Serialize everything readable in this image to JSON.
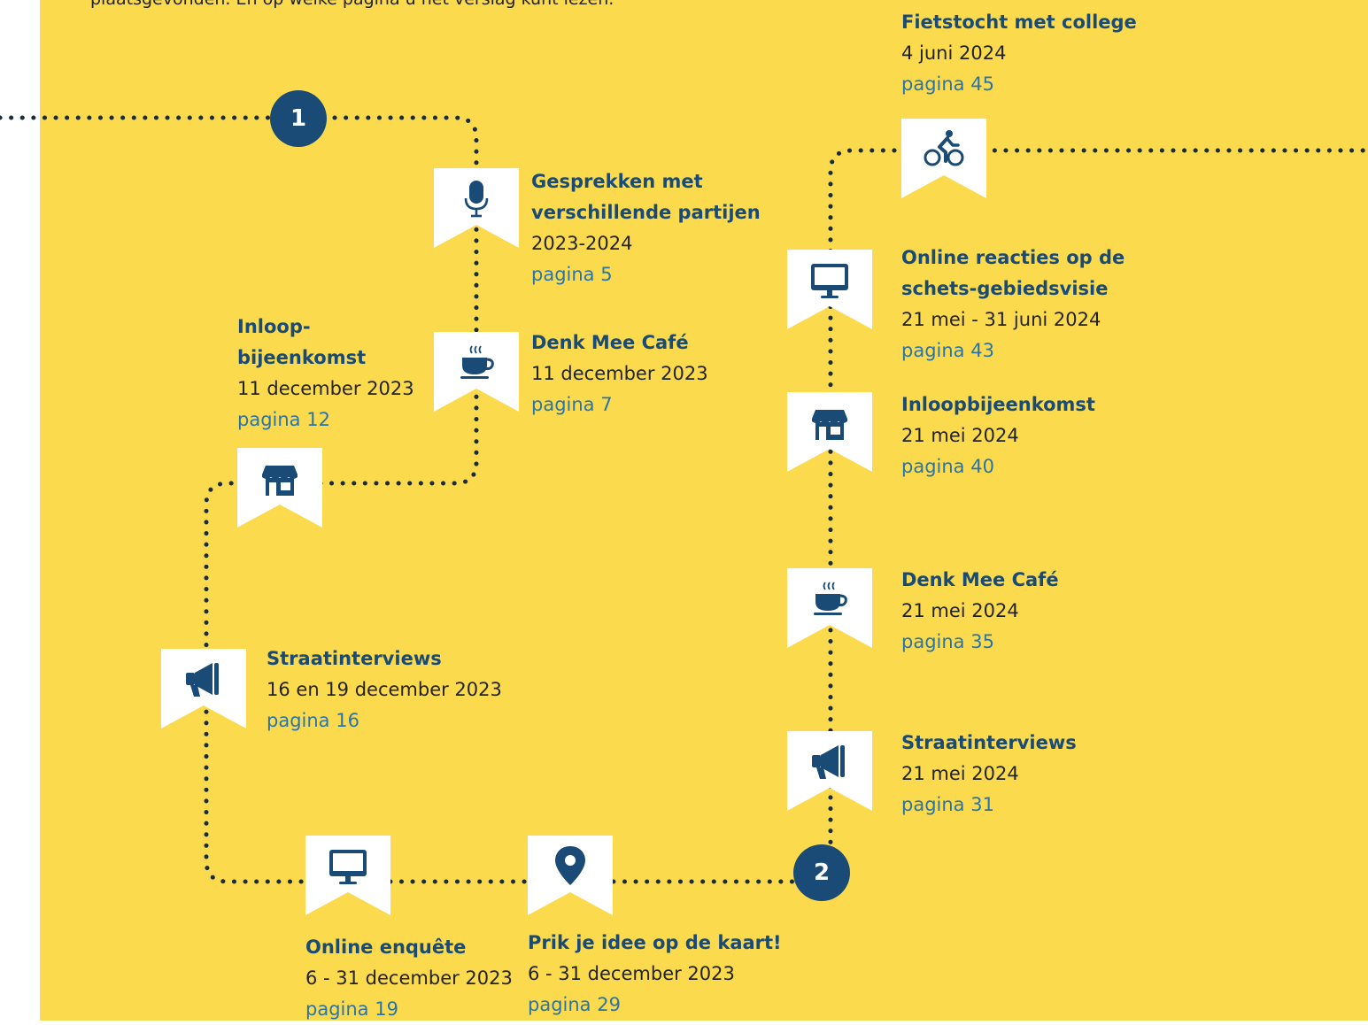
{
  "intro_text": "plaatsgevonden. En op welke pagina u het verslag kunt lezen.",
  "colors": {
    "background": "#fbda4d",
    "navy": "#1a4b76",
    "link": "#2b74a8",
    "text": "#232323",
    "dots": "#1a2b3c"
  },
  "markers": {
    "start": "1",
    "middle": "2"
  },
  "events": [
    {
      "icon": "microphone-icon",
      "title": "Gesprekken met verschillende partijen",
      "title_lines": [
        "Gesprekken met",
        "verschillende partijen"
      ],
      "date": "2023-2024",
      "page": "pagina 5"
    },
    {
      "icon": "coffee-cup-icon",
      "title": "Denk Mee Café",
      "title_lines": [
        "Denk Mee Café"
      ],
      "date": "11 december 2023",
      "page": "pagina 7"
    },
    {
      "icon": "shop-icon",
      "title": "Inloop-bijeenkomst",
      "title_lines": [
        "Inloop-",
        "bijeenkomst"
      ],
      "date": "11 december 2023",
      "page": "pagina 12"
    },
    {
      "icon": "megaphone-icon",
      "title": "Straatinterviews",
      "title_lines": [
        "Straatinterviews"
      ],
      "date": "16 en 19 december 2023",
      "page": "pagina 16"
    },
    {
      "icon": "monitor-icon",
      "title": "Online enquête",
      "title_lines": [
        "Online enquête"
      ],
      "date": "6 - 31 december 2023",
      "page": "pagina 19"
    },
    {
      "icon": "map-pin-icon",
      "title": "Prik je idee op de kaart!",
      "title_lines": [
        "Prik je idee op de kaart!"
      ],
      "date": "6 - 31 december 2023",
      "page": "pagina 29"
    },
    {
      "icon": "megaphone-icon",
      "title": "Straatinterviews",
      "title_lines": [
        "Straatinterviews"
      ],
      "date": "21 mei 2024",
      "page": "pagina 31"
    },
    {
      "icon": "coffee-cup-icon",
      "title": "Denk Mee Café",
      "title_lines": [
        "Denk Mee Café"
      ],
      "date": "21 mei 2024",
      "page": "pagina 35"
    },
    {
      "icon": "shop-icon",
      "title": "Inloopbijeenkomst",
      "title_lines": [
        "Inloopbijeenkomst"
      ],
      "date": "21 mei 2024",
      "page": "pagina 40"
    },
    {
      "icon": "monitor-icon",
      "title": "Online reacties op de schets-gebiedsvisie",
      "title_lines": [
        "Online reacties op de",
        "schets-gebiedsvisie"
      ],
      "date": "21 mei - 31 juni 2024",
      "page": "pagina 43"
    },
    {
      "icon": "bicycle-icon",
      "title": "Fietstocht met college",
      "title_lines": [
        "Fietstocht met college"
      ],
      "date": "4 juni 2024",
      "page": "pagina 45"
    }
  ]
}
